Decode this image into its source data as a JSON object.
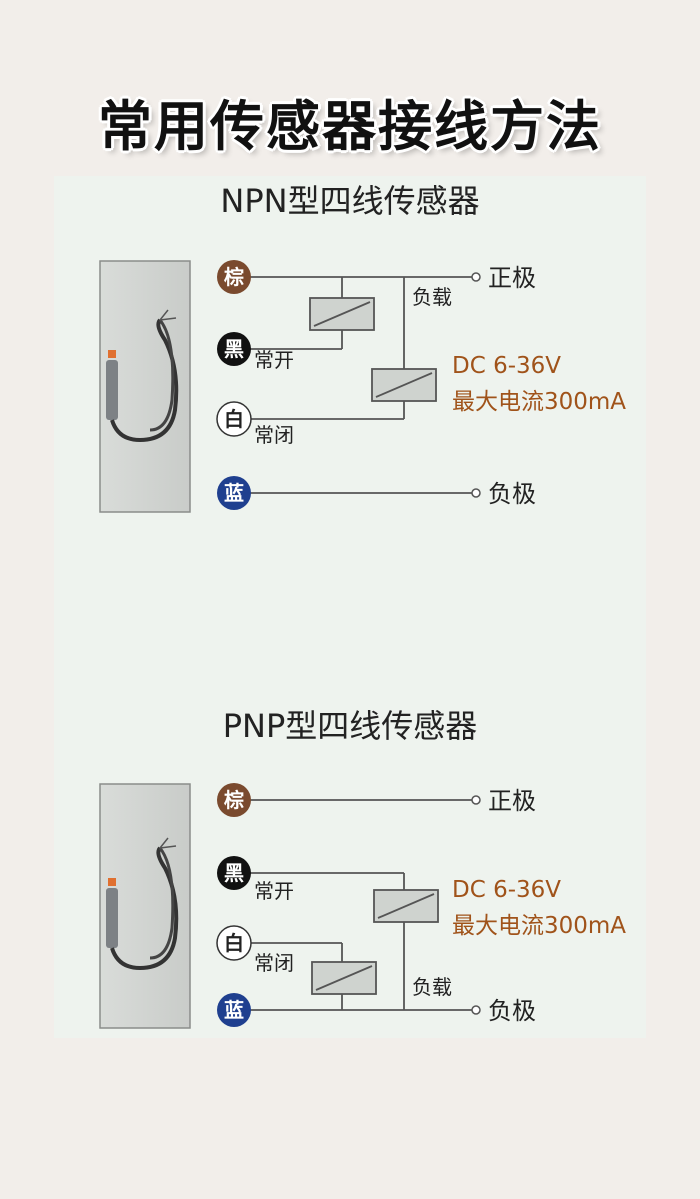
{
  "page_title": "常用传感器接线方法",
  "npn": {
    "title": "NPN型四线传感器",
    "wires": {
      "brown": "棕",
      "black": "黑",
      "white": "白",
      "blue": "蓝"
    },
    "labels": {
      "no": "常开",
      "nc": "常闭",
      "pos": "正极",
      "neg": "负极",
      "load": "负载"
    },
    "spec": {
      "voltage": "DC 6-36V",
      "current": "最大电流300mA"
    }
  },
  "pnp": {
    "title": "PNP型四线传感器",
    "wires": {
      "brown": "棕",
      "black": "黑",
      "white": "白",
      "blue": "蓝"
    },
    "labels": {
      "no": "常开",
      "nc": "常闭",
      "pos": "正极",
      "neg": "负极",
      "load": "负载"
    },
    "spec": {
      "voltage": "DC 6-36V",
      "current": "最大电流300mA"
    }
  },
  "colors": {
    "brown": "#7a4a2e",
    "black": "#111111",
    "blue": "#1f3f8f",
    "spec_text": "#a0531a"
  }
}
